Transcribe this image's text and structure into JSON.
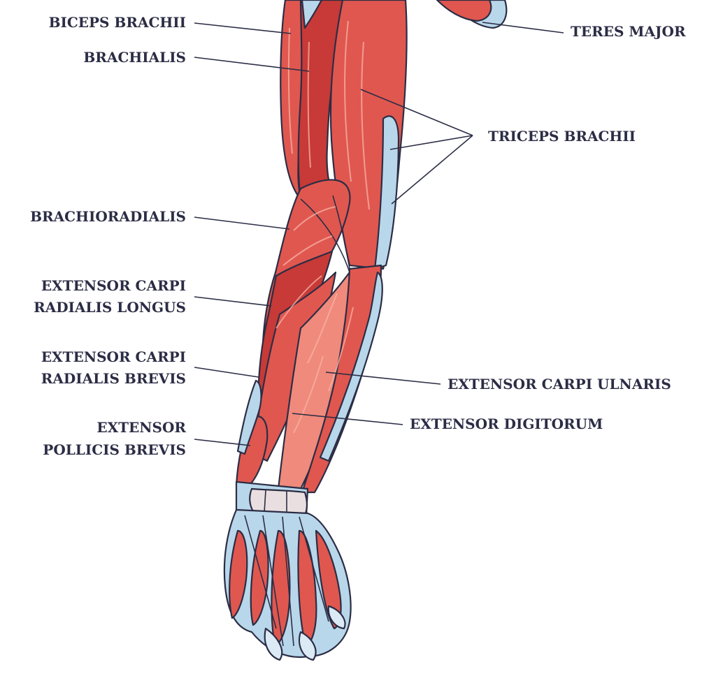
{
  "labels": {
    "biceps_brachii": "BICEPS BRACHII",
    "brachialis": "BRACHIALIS",
    "brachioradialis": "BRACHIORADIALIS",
    "extensor_carpi_radialis_longus": [
      "EXTENSOR CARPI",
      "RADIALIS LONGUS"
    ],
    "extensor_carpi_radialis_brevis": [
      "EXTENSOR CARPI",
      "RADIALIS BREVIS"
    ],
    "extensor_pollicis_brevis": [
      "EXTENSOR",
      "POLLICIS BREVIS"
    ],
    "teres_major": "TERES MAJOR",
    "triceps_brachii": "TRICEPS BRACHII",
    "extensor_carpi_ulnaris": "EXTENSOR CARPI ULNARIS",
    "extensor_digitorum": "EXTENSOR DIGITORUM"
  },
  "colors": {
    "label_text": "#2b2d45",
    "muscle": "#e0574f",
    "muscle_dark": "#c73a37",
    "tendon": "#b9d7ea",
    "background": "#ffffff"
  }
}
